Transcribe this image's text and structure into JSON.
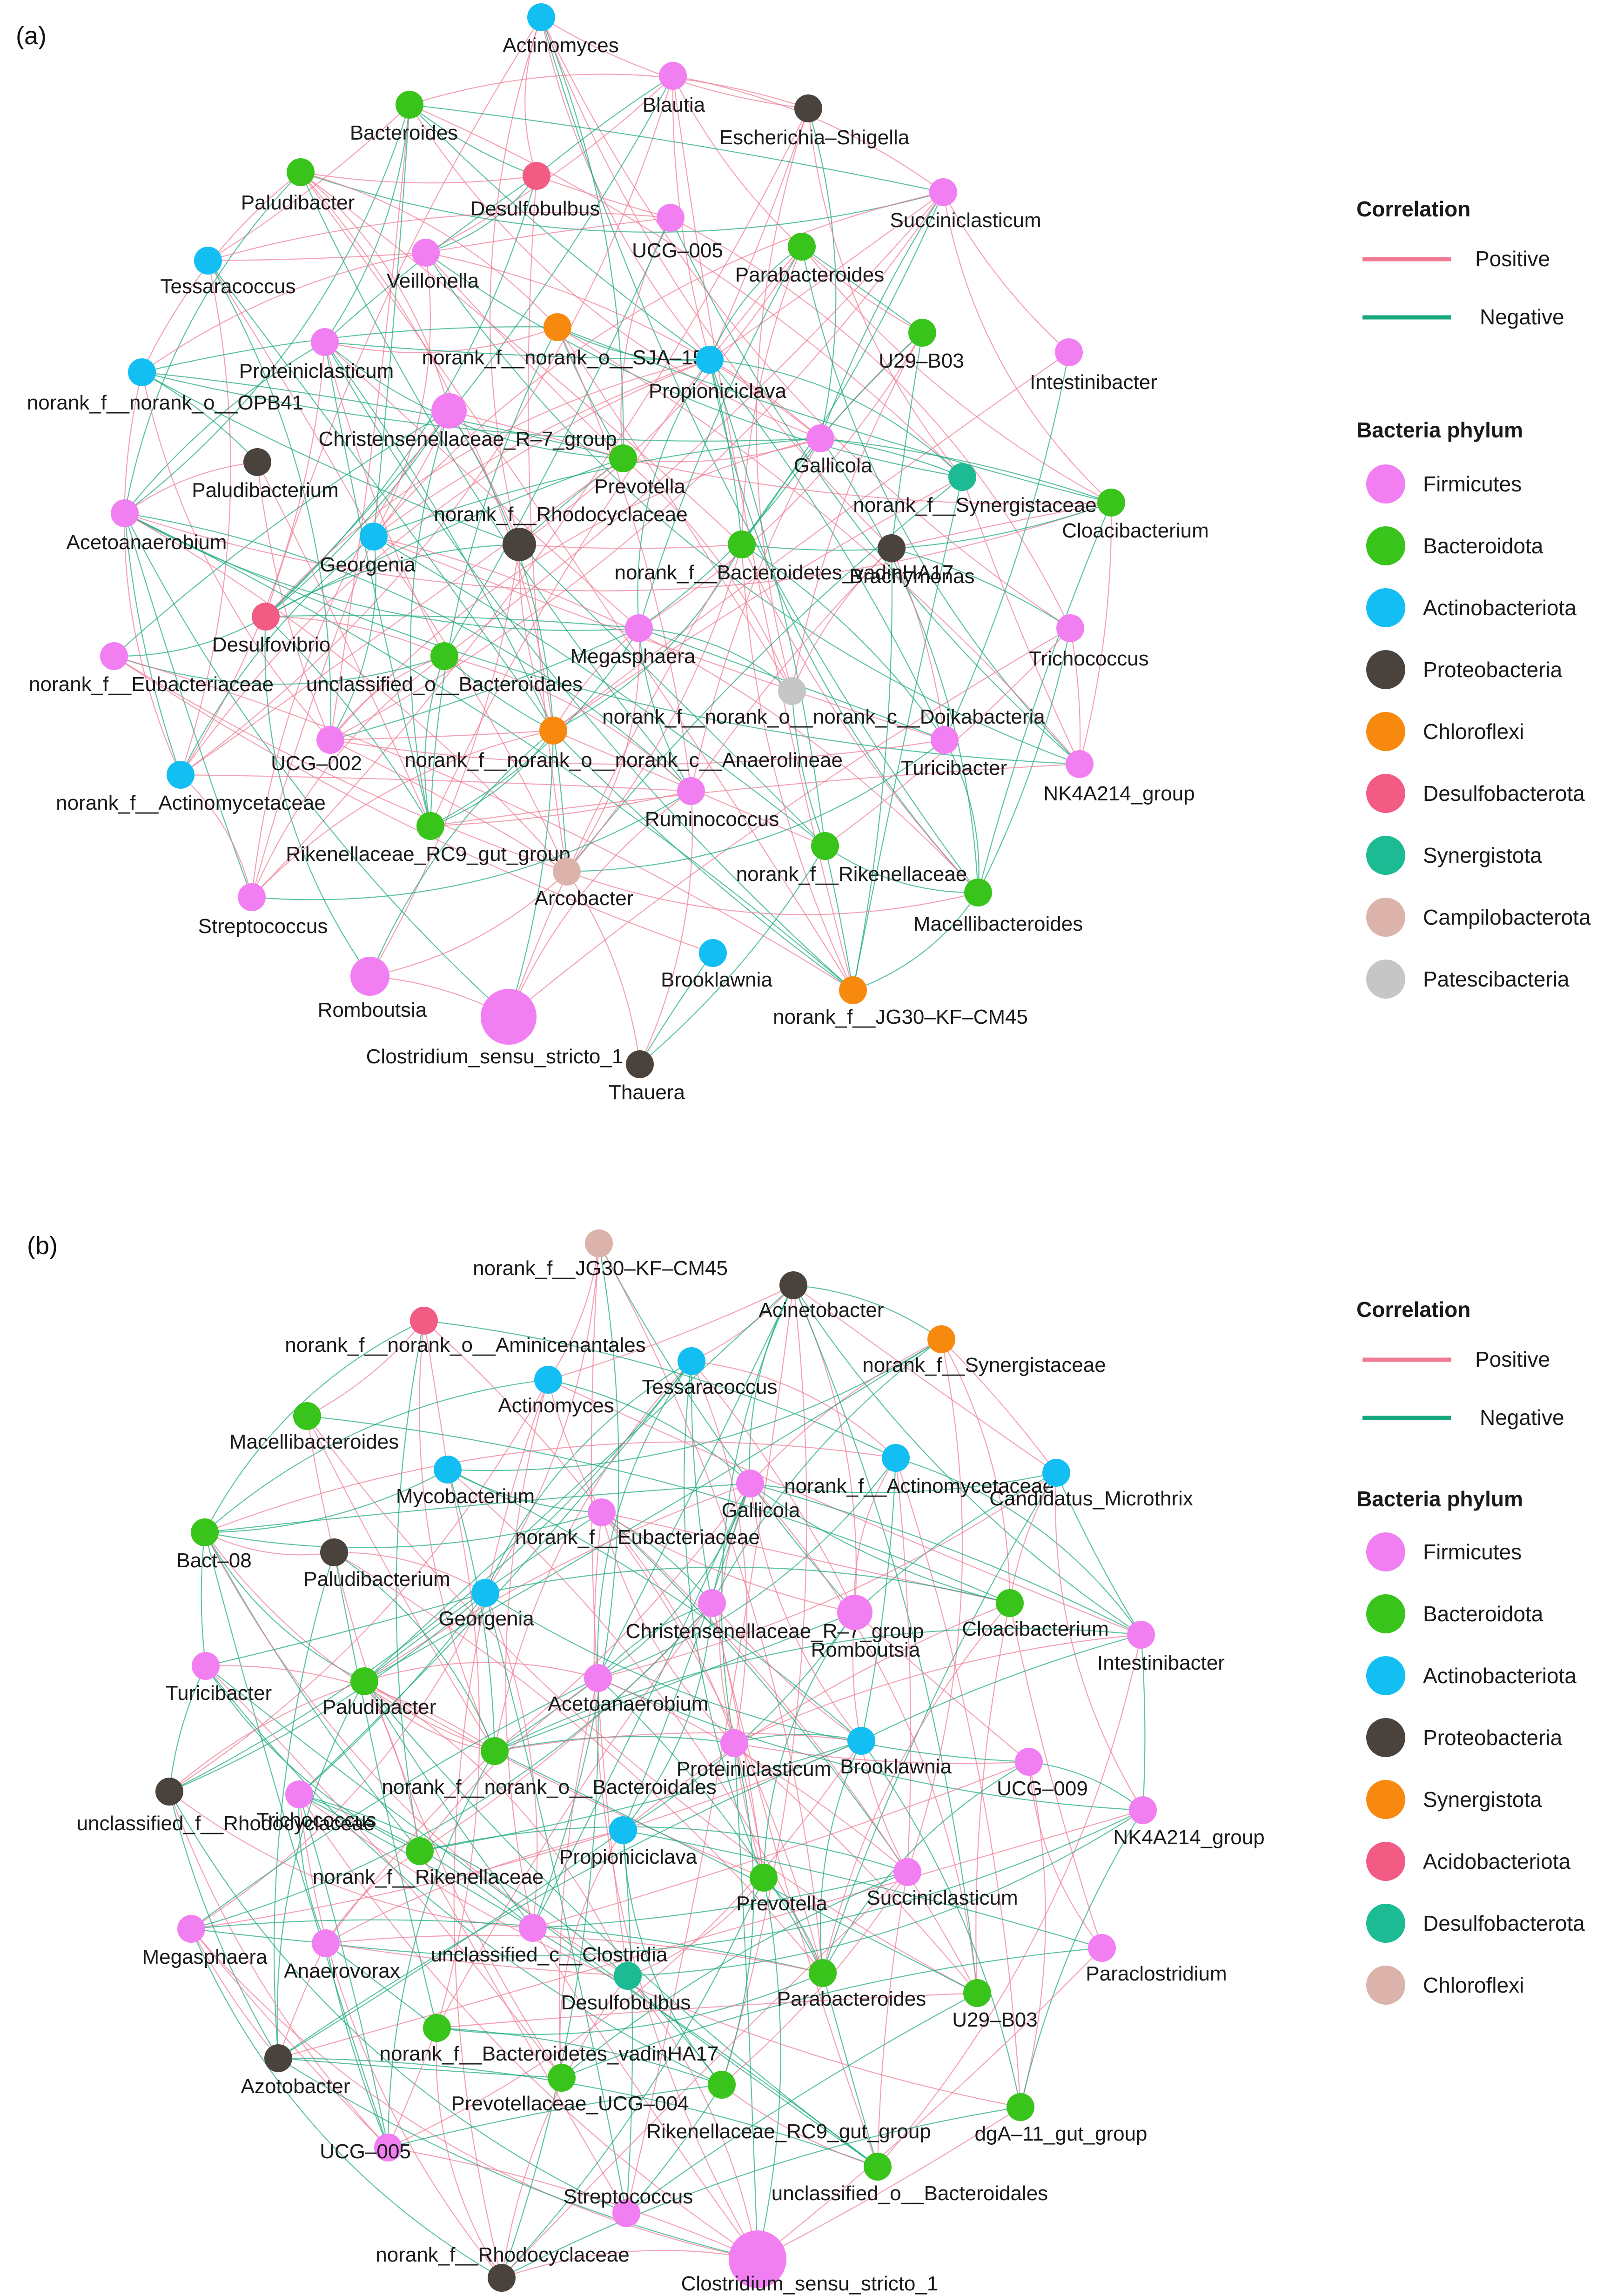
{
  "colors": {
    "positive": "#f07a93",
    "negative": "#17a87d",
    "Firmicutes": "#f27ff2",
    "Bacteroidota": "#38c41a",
    "Actinobacteriota": "#13bff2",
    "Proteobacteria": "#4a433d",
    "Chloroflexi_a": "#f8890f",
    "Desulfobacterota": "#f25b84",
    "Synergistota": "#1cbb93",
    "Campilobacterota": "#dcb3aa",
    "Patescibacteria": "#c6c6c6",
    "Synergistota_b": "#f8890f",
    "Acidobacteriota": "#f25b84",
    "Desulfobacterota_b": "#1cbb93",
    "Chloroflexi_b": "#dcb3aa"
  },
  "panels": [
    {
      "label": "(a)",
      "legend": {
        "correlation_title": "Correlation",
        "positive": "Positive",
        "negative": "Negative",
        "phylum_title": "Bacteria phylum",
        "phyla": [
          {
            "name": "Firmicutes",
            "color": "#f27ff2"
          },
          {
            "name": "Bacteroidota",
            "color": "#38c41a"
          },
          {
            "name": "Actinobacteriota",
            "color": "#13bff2"
          },
          {
            "name": "Proteobacteria",
            "color": "#4a433d"
          },
          {
            "name": "Chloroflexi",
            "color": "#f8890f"
          },
          {
            "name": "Desulfobacterota",
            "color": "#f25b84"
          },
          {
            "name": "Synergistota",
            "color": "#1cbb93"
          },
          {
            "name": "Campilobacterota",
            "color": "#dcb3aa"
          },
          {
            "name": "Patescibacteria",
            "color": "#c6c6c6"
          }
        ]
      },
      "nodes": [
        {
          "label": "Actinomyces",
          "phylum": "Actinobacteriota"
        },
        {
          "label": "Blautia",
          "phylum": "Firmicutes"
        },
        {
          "label": "Escherichia–Shigella",
          "phylum": "Proteobacteria"
        },
        {
          "label": "Bacteroides",
          "phylum": "Bacteroidota"
        },
        {
          "label": "Paludibacter",
          "phylum": "Bacteroidota"
        },
        {
          "label": "Desulfobulbus",
          "phylum": "Desulfobacterota"
        },
        {
          "label": "Succiniclasticum",
          "phylum": "Firmicutes"
        },
        {
          "label": "UCG–005",
          "phylum": "Firmicutes"
        },
        {
          "label": "Tessaracoccus",
          "phylum": "Actinobacteriota"
        },
        {
          "label": "Veillonella",
          "phylum": "Firmicutes"
        },
        {
          "label": "Parabacteroides",
          "phylum": "Bacteroidota"
        },
        {
          "label": "norank_f__norank_o__SJA–15",
          "phylum": "Chloroflexi"
        },
        {
          "label": "U29–B03",
          "phylum": "Bacteroidota"
        },
        {
          "label": "Proteiniclasticum",
          "phylum": "Firmicutes"
        },
        {
          "label": "Propioniciclava",
          "phylum": "Actinobacteriota"
        },
        {
          "label": "Intestinibacter",
          "phylum": "Firmicutes"
        },
        {
          "label": "norank_f__norank_o__OPB41",
          "phylum": "Actinobacteriota"
        },
        {
          "label": "Christensenellaceae_R–7_group",
          "phylum": "Firmicutes"
        },
        {
          "label": "Gallicola",
          "phylum": "Firmicutes"
        },
        {
          "label": "Paludibacterium",
          "phylum": "Proteobacteria"
        },
        {
          "label": "Prevotella",
          "phylum": "Bacteroidota"
        },
        {
          "label": "norank_f__Synergistaceae",
          "phylum": "Synergistota"
        },
        {
          "label": "Cloacibacterium",
          "phylum": "Bacteroidota"
        },
        {
          "label": "Acetoanaerobium",
          "phylum": "Firmicutes"
        },
        {
          "label": "norank_f__Rhodocyclaceae",
          "phylum": "Proteobacteria"
        },
        {
          "label": "Georgenia",
          "phylum": "Actinobacteriota"
        },
        {
          "label": "norank_f__Bacteroidetes_vadinHA17",
          "phylum": "Bacteroidota"
        },
        {
          "label": "Brachymonas",
          "phylum": "Proteobacteria"
        },
        {
          "label": "Desulfovibrio",
          "phylum": "Desulfobacterota"
        },
        {
          "label": "Megasphaera",
          "phylum": "Firmicutes"
        },
        {
          "label": "Trichococcus",
          "phylum": "Firmicutes"
        },
        {
          "label": "norank_f__Eubacteriaceae",
          "phylum": "Firmicutes"
        },
        {
          "label": "unclassified_o__Bacteroidales",
          "phylum": "Bacteroidota"
        },
        {
          "label": "norank_f__norank_o__norank_c__Dojkabacteria",
          "phylum": "Patescibacteria"
        },
        {
          "label": "UCG–002",
          "phylum": "Firmicutes"
        },
        {
          "label": "norank_f__norank_o__norank_c__Anaerolineae",
          "phylum": "Chloroflexi"
        },
        {
          "label": "Turicibacter",
          "phylum": "Firmicutes"
        },
        {
          "label": "NK4A214_group",
          "phylum": "Firmicutes"
        },
        {
          "label": "norank_f__Actinomycetaceae",
          "phylum": "Actinobacteriota"
        },
        {
          "label": "Ruminococcus",
          "phylum": "Firmicutes"
        },
        {
          "label": "Rikenellaceae_RC9_gut_group",
          "phylum": "Bacteroidota"
        },
        {
          "label": "norank_f__Rikenellaceae",
          "phylum": "Bacteroidota"
        },
        {
          "label": "Arcobacter",
          "phylum": "Campilobacterota"
        },
        {
          "label": "Streptococcus",
          "phylum": "Firmicutes"
        },
        {
          "label": "Macellibacteroides",
          "phylum": "Bacteroidota"
        },
        {
          "label": "Brooklawnia",
          "phylum": "Actinobacteriota"
        },
        {
          "label": "norank_f__JG30–KF–CM45",
          "phylum": "Chloroflexi"
        },
        {
          "label": "Romboutsia",
          "phylum": "Firmicutes"
        },
        {
          "label": "Clostridium_sensu_stricto_1",
          "phylum": "Firmicutes"
        },
        {
          "label": "Thauera",
          "phylum": "Proteobacteria"
        }
      ]
    },
    {
      "label": "(b)",
      "legend": {
        "correlation_title": "Correlation",
        "positive": "Positive",
        "negative": "Negative",
        "phylum_title": "Bacteria phylum",
        "phyla": [
          {
            "name": "Firmicutes",
            "color": "#f27ff2"
          },
          {
            "name": "Bacteroidota",
            "color": "#38c41a"
          },
          {
            "name": "Actinobacteriota",
            "color": "#13bff2"
          },
          {
            "name": "Proteobacteria",
            "color": "#4a433d"
          },
          {
            "name": "Synergistota",
            "color": "#f8890f"
          },
          {
            "name": "Acidobacteriota",
            "color": "#f25b84"
          },
          {
            "name": "Desulfobacterota",
            "color": "#1cbb93"
          },
          {
            "name": "Chloroflexi",
            "color": "#dcb3aa"
          }
        ]
      },
      "nodes": [
        {
          "label": "norank_f__JG30–KF–CM45",
          "phylum": "Chloroflexi"
        },
        {
          "label": "Acinetobacter",
          "phylum": "Proteobacteria"
        },
        {
          "label": "norank_f__norank_o__Aminicenantales",
          "phylum": "Acidobacteriota"
        },
        {
          "label": "norank_f__Synergistaceae",
          "phylum": "Synergistota"
        },
        {
          "label": "Tessaracoccus",
          "phylum": "Actinobacteriota"
        },
        {
          "label": "Actinomyces",
          "phylum": "Actinobacteriota"
        },
        {
          "label": "Macellibacteroides",
          "phylum": "Bacteroidota"
        },
        {
          "label": "norank_f__Actinomycetaceae",
          "phylum": "Actinobacteriota"
        },
        {
          "label": "Mycobacterium",
          "phylum": "Actinobacteriota"
        },
        {
          "label": "Candidatus_Microthrix",
          "phylum": "Actinobacteriota"
        },
        {
          "label": "Gallicola",
          "phylum": "Firmicutes"
        },
        {
          "label": "norank_f__Eubacteriaceae",
          "phylum": "Firmicutes"
        },
        {
          "label": "Bact–08",
          "phylum": "Bacteroidota"
        },
        {
          "label": "Paludibacterium",
          "phylum": "Proteobacteria"
        },
        {
          "label": "Georgenia",
          "phylum": "Actinobacteriota"
        },
        {
          "label": "Christensenellaceae_R–7_group",
          "phylum": "Firmicutes"
        },
        {
          "label": "Romboutsia",
          "phylum": "Firmicutes"
        },
        {
          "label": "Cloacibacterium",
          "phylum": "Bacteroidota"
        },
        {
          "label": "Intestinibacter",
          "phylum": "Firmicutes"
        },
        {
          "label": "Turicibacter",
          "phylum": "Firmicutes"
        },
        {
          "label": "Paludibacter",
          "phylum": "Bacteroidota"
        },
        {
          "label": "Acetoanaerobium",
          "phylum": "Firmicutes"
        },
        {
          "label": "Proteiniclasticum",
          "phylum": "Firmicutes"
        },
        {
          "label": "Brooklawnia",
          "phylum": "Actinobacteriota"
        },
        {
          "label": "Trichococcus",
          "phylum": "Firmicutes"
        },
        {
          "label": "norank_f__norank_o__Bacteroidales",
          "phylum": "Bacteroidota"
        },
        {
          "label": "UCG–009",
          "phylum": "Firmicutes"
        },
        {
          "label": "unclassified_f__Rhodocyclaceae",
          "phylum": "Proteobacteria"
        },
        {
          "label": "NK4A214_group",
          "phylum": "Firmicutes"
        },
        {
          "label": "Propioniciclava",
          "phylum": "Actinobacteriota"
        },
        {
          "label": "norank_f__Rikenellaceae",
          "phylum": "Bacteroidota"
        },
        {
          "label": "Prevotella",
          "phylum": "Bacteroidota"
        },
        {
          "label": "Succiniclasticum",
          "phylum": "Firmicutes"
        },
        {
          "label": "Megasphaera",
          "phylum": "Firmicutes"
        },
        {
          "label": "Anaerovorax",
          "phylum": "Firmicutes"
        },
        {
          "label": "unclassified_c__Clostridia",
          "phylum": "Firmicutes"
        },
        {
          "label": "Paraclostridium",
          "phylum": "Firmicutes"
        },
        {
          "label": "Desulfobulbus",
          "phylum": "Desulfobacterota"
        },
        {
          "label": "Parabacteroides",
          "phylum": "Bacteroidota"
        },
        {
          "label": "U29–B03",
          "phylum": "Bacteroidota"
        },
        {
          "label": "Azotobacter",
          "phylum": "Proteobacteria"
        },
        {
          "label": "norank_f__Bacteroidetes_vadinHA17",
          "phylum": "Bacteroidota"
        },
        {
          "label": "Prevotellaceae_UCG–004",
          "phylum": "Bacteroidota"
        },
        {
          "label": "Rikenellaceae_RC9_gut_group",
          "phylum": "Bacteroidota"
        },
        {
          "label": "dgA–11_gut_group",
          "phylum": "Bacteroidota"
        },
        {
          "label": "UCG–005",
          "phylum": "Firmicutes"
        },
        {
          "label": "unclassified_o__Bacteroidales",
          "phylum": "Bacteroidota"
        },
        {
          "label": "Streptococcus",
          "phylum": "Firmicutes"
        },
        {
          "label": "norank_f__Rhodocyclaceae",
          "phylum": "Proteobacteria"
        },
        {
          "label": "Clostridium_sensu_stricto_1",
          "phylum": "Firmicutes"
        }
      ]
    }
  ]
}
